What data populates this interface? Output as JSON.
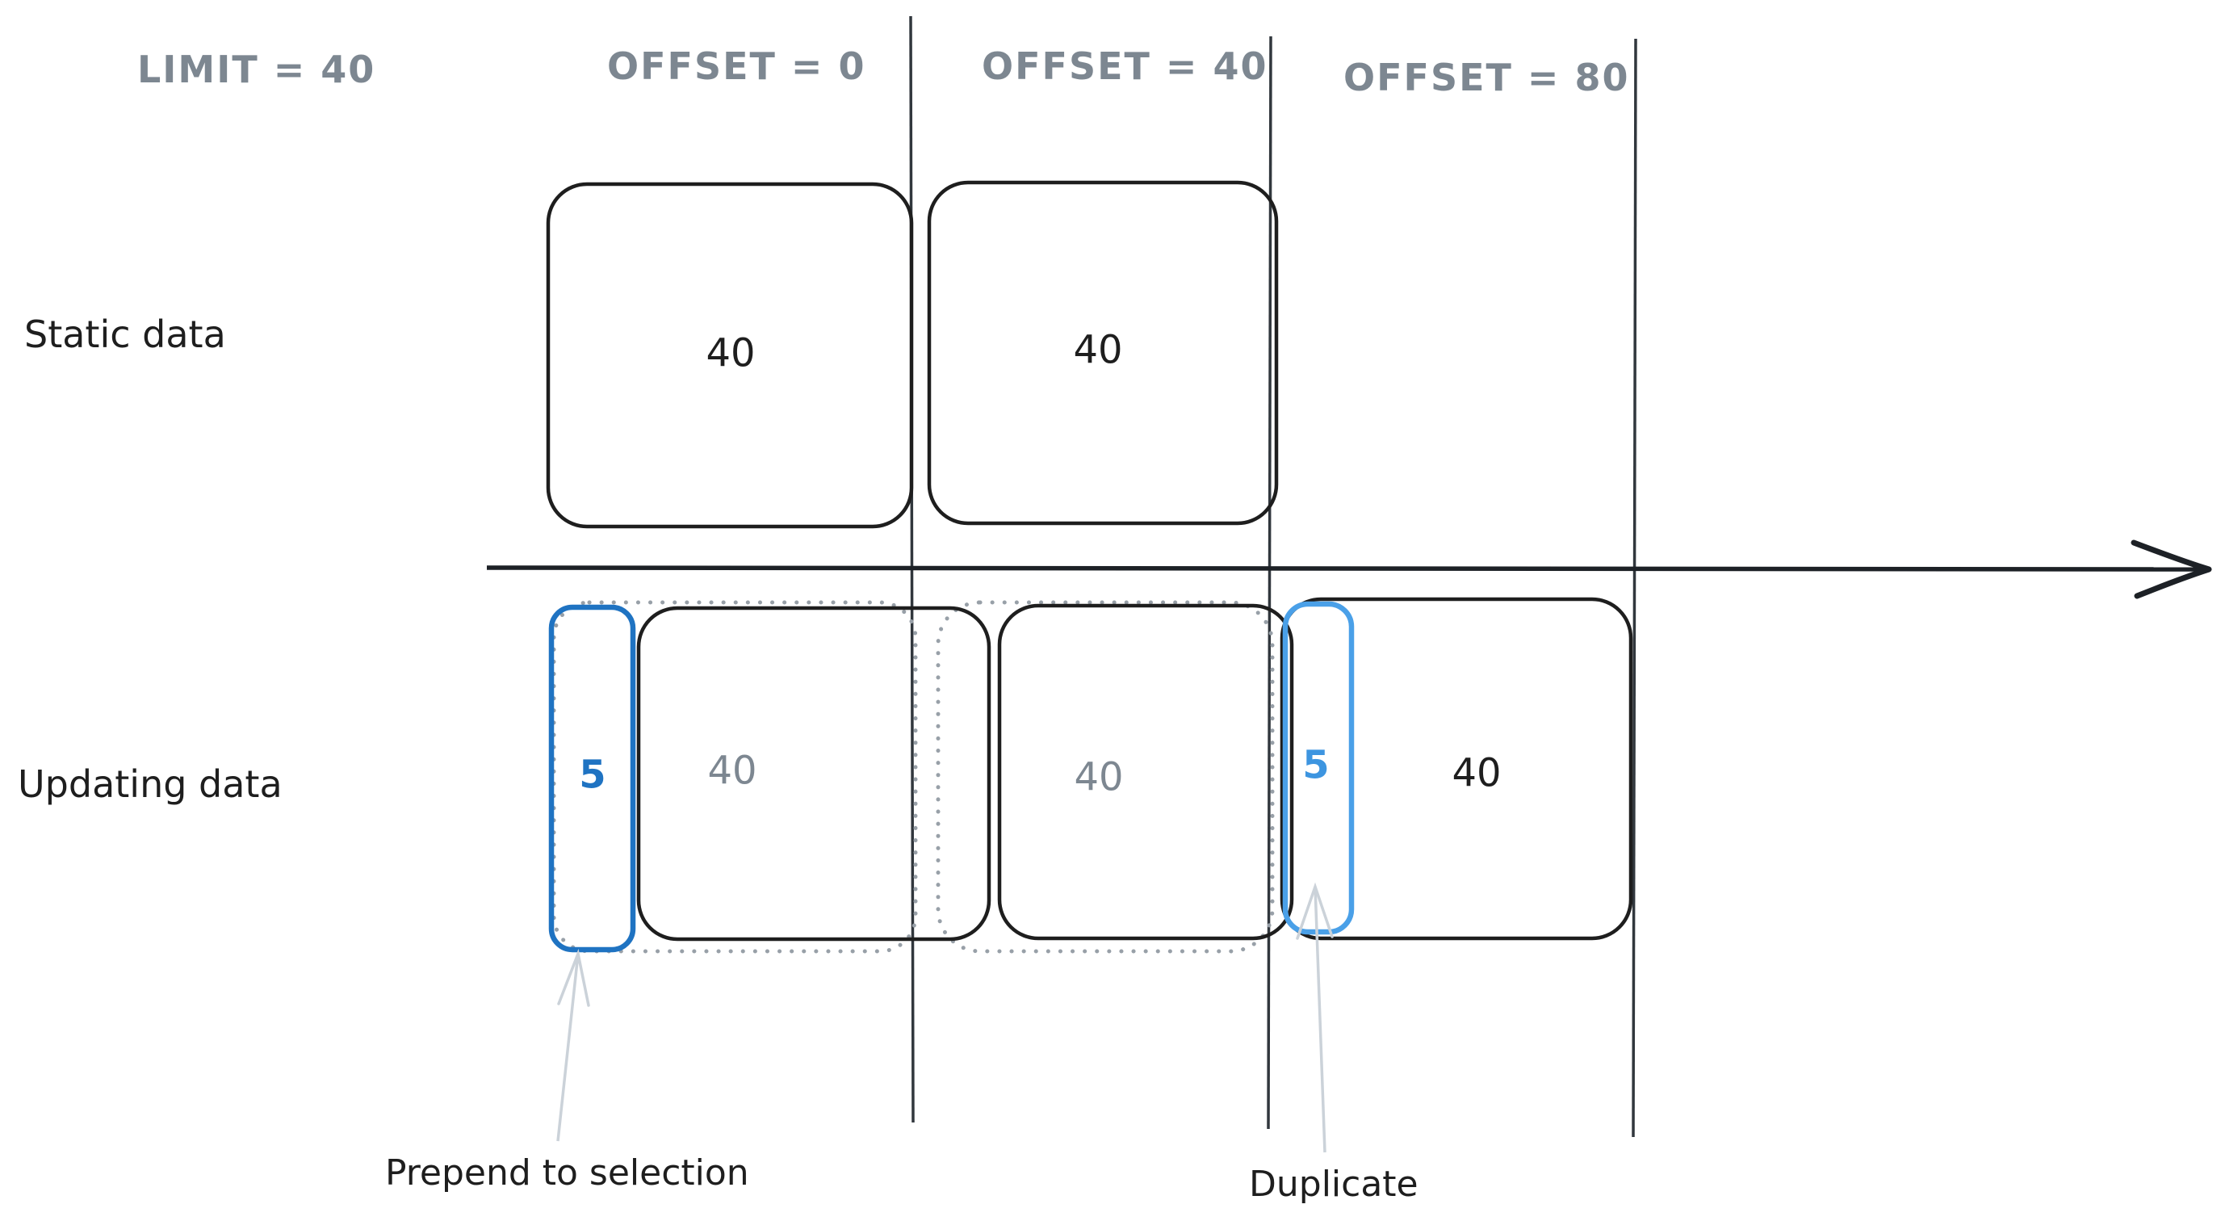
{
  "diagram": {
    "header": {
      "limit_label": "LIMIT = 40",
      "offset_labels": [
        "OFFSET = 0",
        "OFFSET = 40",
        "OFFSET = 80"
      ]
    },
    "rows": {
      "static": {
        "label": "Static data",
        "boxes": [
          {
            "value": "40",
            "kind": "page"
          },
          {
            "value": "40",
            "kind": "page"
          }
        ]
      },
      "updating": {
        "label": "Updating data",
        "boxes": [
          {
            "value": "5",
            "kind": "prepended-items"
          },
          {
            "value": "40",
            "kind": "shifted-page"
          },
          {
            "value": "40",
            "kind": "shifted-page"
          },
          {
            "value": "5",
            "kind": "duplicated-items"
          },
          {
            "value": "40",
            "kind": "new-page"
          }
        ]
      }
    },
    "annotations": {
      "prepend": "Prepend to selection",
      "duplicate": "Duplicate"
    },
    "colors": {
      "ink": "#1e1e1e",
      "muted_text": "#7d8791",
      "dotted_outline": "#98a0a8",
      "divider": "#31373d",
      "accent_blue": "#1f73c2",
      "accent_blue_light": "#4aa0e8",
      "annotation_arrow": "#cbd2d9"
    }
  }
}
